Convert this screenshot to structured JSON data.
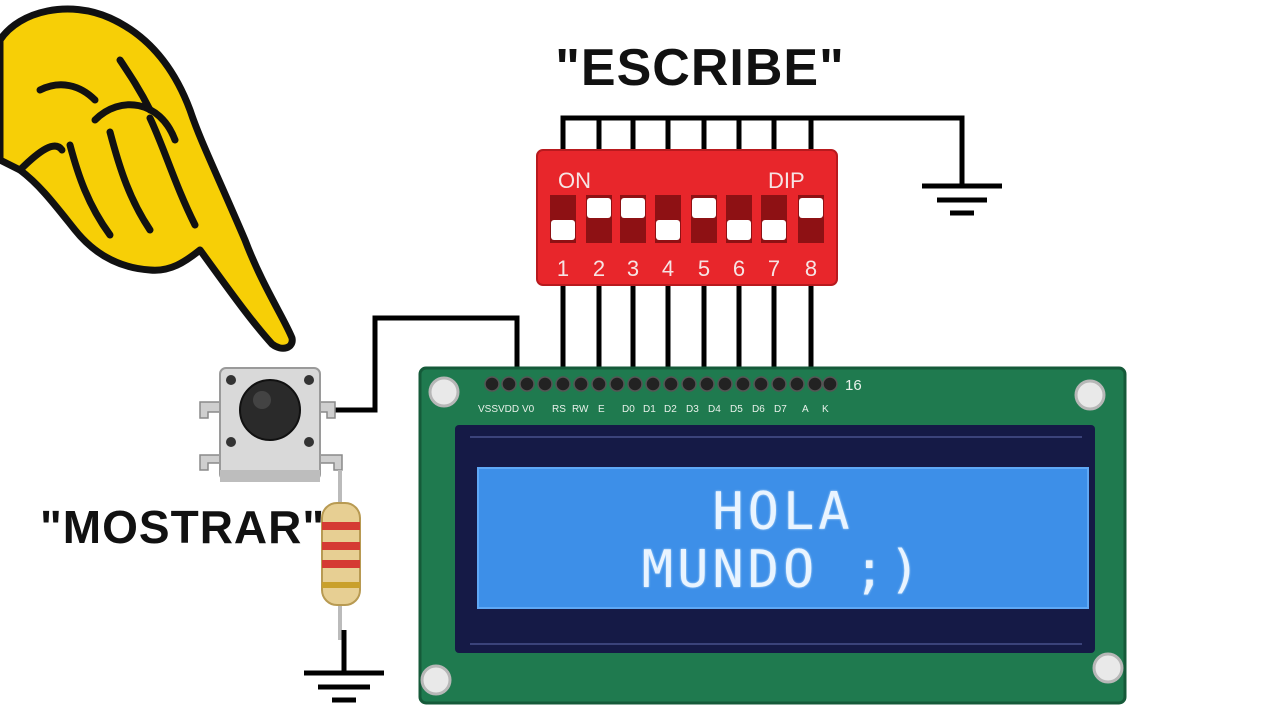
{
  "labels": {
    "escribe": "\"ESCRIBE\"",
    "mostrar": "\"MOSTRAR\""
  },
  "dip_switch": {
    "on_label": "ON",
    "brand_label": "DIP",
    "positions": [
      "1",
      "2",
      "3",
      "4",
      "5",
      "6",
      "7",
      "8"
    ],
    "body_color": "#e8262b"
  },
  "lcd": {
    "line1": "HOLA",
    "line2": "MUNDO ;)",
    "pin_count_label": "16",
    "pin_labels": [
      "VSS",
      "VDD",
      "V0",
      "RS",
      "RW",
      "E",
      "D0",
      "D1",
      "D2",
      "D3",
      "D4",
      "D5",
      "D6",
      "D7",
      "A",
      "K"
    ],
    "screen_color": "#3d8fe8",
    "pcb_color": "#1f7a4f"
  },
  "icons": {
    "pointer": "pointing-hand-icon",
    "ground": "ground-symbol-icon"
  }
}
